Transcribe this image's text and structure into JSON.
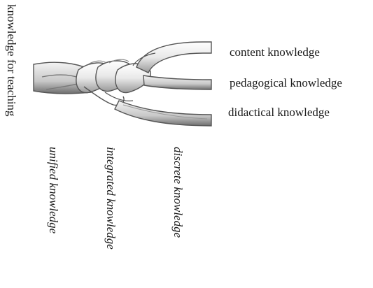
{
  "side_label": "knowledge for teaching",
  "strands": [
    {
      "label": "content knowledge"
    },
    {
      "label": "pedagogical knowledge"
    },
    {
      "label": "didactical knowledge"
    }
  ],
  "stages": [
    {
      "label": "unified knowledge"
    },
    {
      "label": "integrated knowledge"
    },
    {
      "label": "discrete knowledge"
    }
  ],
  "colors": {
    "rope_fill": "#f0f0f0",
    "rope_shadow": "#8a8a8a",
    "rope_outline": "#555555",
    "text": "#1a1a1a"
  }
}
